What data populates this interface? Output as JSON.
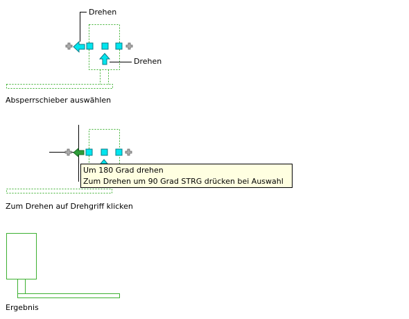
{
  "step1": {
    "callout_top": "Drehen",
    "callout_right": "Drehen",
    "caption": "Absperrschieber auswählen"
  },
  "step2": {
    "tooltip_line1": "Um 180 Grad drehen",
    "tooltip_line2": "Zum Drehen um 90 Grad STRG drücken bei Auswahl",
    "caption": "Zum Drehen auf Drehgriff klicken"
  },
  "step3": {
    "caption": "Ergebnis"
  },
  "colors": {
    "object_outline": "#3cb030",
    "grip_fill": "#00e5ee",
    "grip_stroke": "#0b7a86",
    "plus_grip": "#909090",
    "tooltip_bg": "#ffffe1"
  },
  "icons": [
    "rotate-arrow-left-icon",
    "rotate-arrow-up-icon",
    "stretch-plus-icon",
    "square-grip-icon"
  ]
}
